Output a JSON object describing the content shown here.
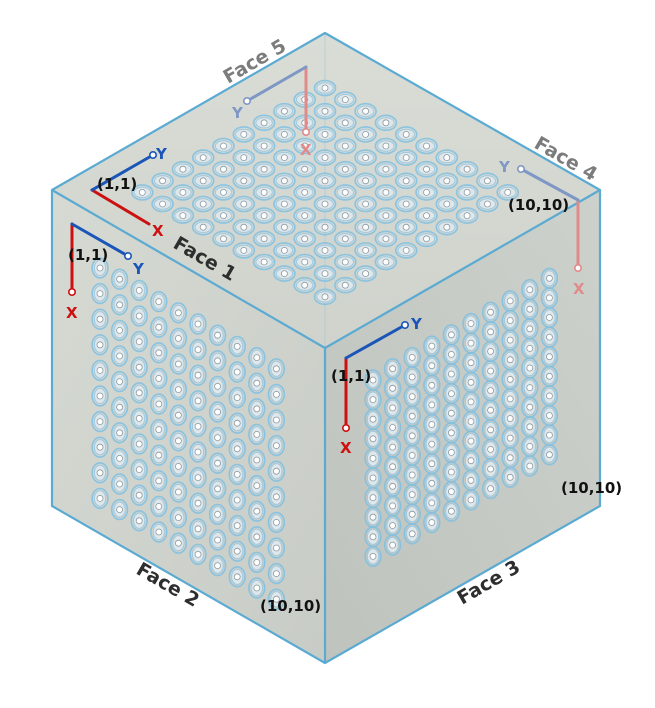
{
  "faces": {
    "face1": "Face 1",
    "face2": "Face 2",
    "face3": "Face 3",
    "face4": "Face 4",
    "face5": "Face 5"
  },
  "coords": {
    "top_origin": "(1,1)",
    "left_origin": "(1,1)",
    "right_origin": "(1,1)",
    "face4_end": "(10,10)",
    "right_end": "(10,10)",
    "left_end": "(10,10)"
  },
  "axes": {
    "x": "X",
    "y": "Y"
  },
  "grid": {
    "rows": 10,
    "cols": 10
  },
  "colors": {
    "x_axis": "#cc1111",
    "y_axis": "#1a55b8",
    "x_axis_faded": "#e08a8a",
    "y_axis_faded": "#7f97c4",
    "edge": "#5aaad2",
    "left_face": "#d2d6d0",
    "right_face": "#c6cac4",
    "top_face": "#d8dcd6",
    "dot_ring": "#7ec0e3",
    "dot_fill": "#ffffff"
  }
}
